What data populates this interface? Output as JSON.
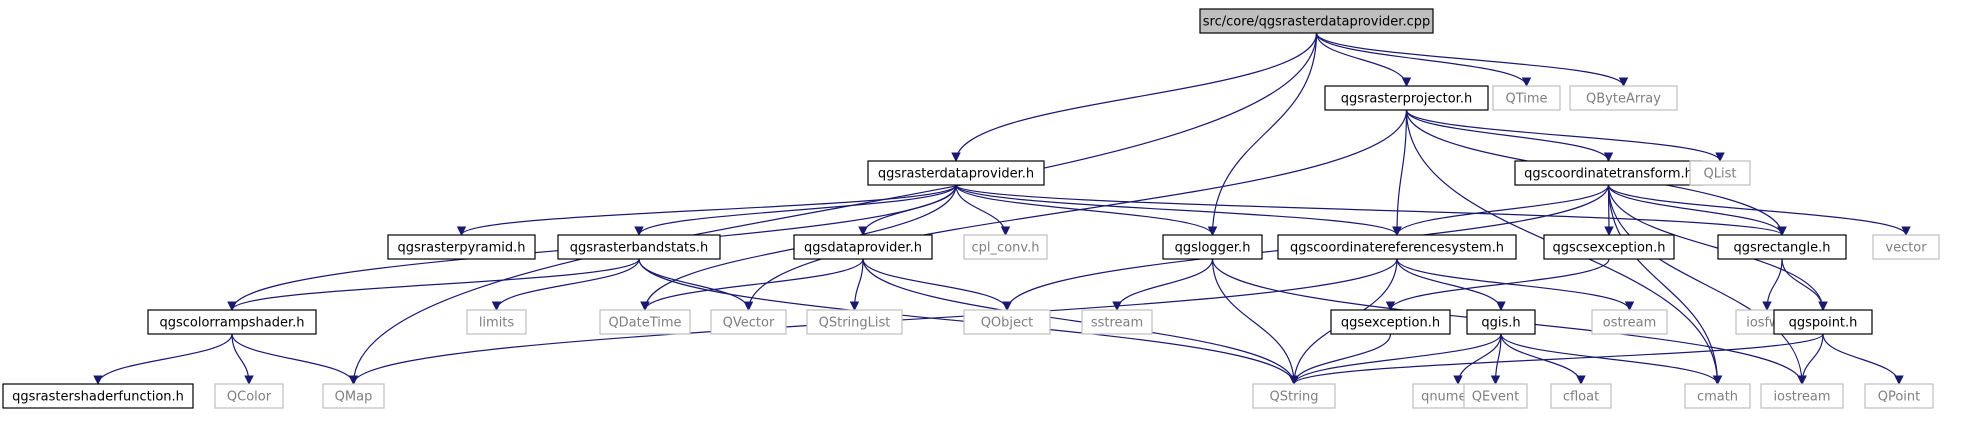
{
  "diagram": {
    "type": "include-dependency-graph",
    "colors": {
      "edge": "#191970",
      "root_fill": "#bfbfbf",
      "node_border": "#000000",
      "external_border": "#bfbfbf",
      "external_text": "#7f7f7f"
    },
    "nodes": [
      {
        "id": "root",
        "label": "src/core/qgsrasterdataprovider.cpp",
        "kind": "root"
      },
      {
        "id": "projector",
        "label": "qgsrasterprojector.h",
        "kind": "file"
      },
      {
        "id": "qtime",
        "label": "QTime",
        "kind": "external"
      },
      {
        "id": "qbytearray",
        "label": "QByteArray",
        "kind": "external"
      },
      {
        "id": "dataprovider_h",
        "label": "qgsrasterdataprovider.h",
        "kind": "file"
      },
      {
        "id": "coordtrans",
        "label": "qgscoordinatetransform.h",
        "kind": "file"
      },
      {
        "id": "qlist",
        "label": "QList",
        "kind": "external"
      },
      {
        "id": "pyramid",
        "label": "qgsrasterpyramid.h",
        "kind": "file"
      },
      {
        "id": "bandstats",
        "label": "qgsrasterbandstats.h",
        "kind": "file"
      },
      {
        "id": "gdataprov",
        "label": "qgsdataprovider.h",
        "kind": "file"
      },
      {
        "id": "cplconv",
        "label": "cpl_conv.h",
        "kind": "external"
      },
      {
        "id": "logger",
        "label": "qgslogger.h",
        "kind": "file"
      },
      {
        "id": "crs",
        "label": "qgscoordinatereferencesystem.h",
        "kind": "file"
      },
      {
        "id": "csexc",
        "label": "qgscsexception.h",
        "kind": "file"
      },
      {
        "id": "rect",
        "label": "qgsrectangle.h",
        "kind": "file"
      },
      {
        "id": "vector",
        "label": "vector",
        "kind": "external"
      },
      {
        "id": "crshader",
        "label": "qgscolorrampshader.h",
        "kind": "file"
      },
      {
        "id": "limits",
        "label": "limits",
        "kind": "external"
      },
      {
        "id": "qdatetime",
        "label": "QDateTime",
        "kind": "external"
      },
      {
        "id": "qvector",
        "label": "QVector",
        "kind": "external"
      },
      {
        "id": "qstringlist",
        "label": "QStringList",
        "kind": "external"
      },
      {
        "id": "qobject",
        "label": "QObject",
        "kind": "external"
      },
      {
        "id": "sstream",
        "label": "sstream",
        "kind": "external"
      },
      {
        "id": "exception",
        "label": "qgsexception.h",
        "kind": "file"
      },
      {
        "id": "qgis",
        "label": "qgis.h",
        "kind": "file"
      },
      {
        "id": "ostream",
        "label": "ostream",
        "kind": "external"
      },
      {
        "id": "iosfwd",
        "label": "iosfwd",
        "kind": "external"
      },
      {
        "id": "point",
        "label": "qgspoint.h",
        "kind": "file"
      },
      {
        "id": "shaderfn",
        "label": "qgsrastershaderfunction.h",
        "kind": "file"
      },
      {
        "id": "qcolor",
        "label": "QColor",
        "kind": "external"
      },
      {
        "id": "qmap",
        "label": "QMap",
        "kind": "external"
      },
      {
        "id": "qstring",
        "label": "QString",
        "kind": "external"
      },
      {
        "id": "qnumeric",
        "label": "qnumeric.h",
        "kind": "external"
      },
      {
        "id": "qevent",
        "label": "QEvent",
        "kind": "external"
      },
      {
        "id": "cfloat",
        "label": "cfloat",
        "kind": "external"
      },
      {
        "id": "cmath",
        "label": "cmath",
        "kind": "external"
      },
      {
        "id": "iostream",
        "label": "iostream",
        "kind": "external"
      },
      {
        "id": "qpoint",
        "label": "QPoint",
        "kind": "external"
      }
    ],
    "edges": [
      [
        "root",
        "qmap"
      ],
      [
        "root",
        "dataprovider_h"
      ],
      [
        "root",
        "logger"
      ],
      [
        "root",
        "projector"
      ],
      [
        "root",
        "qtime"
      ],
      [
        "root",
        "qbytearray"
      ],
      [
        "projector",
        "qvector"
      ],
      [
        "projector",
        "crs"
      ],
      [
        "projector",
        "coordtrans"
      ],
      [
        "projector",
        "rect"
      ],
      [
        "projector",
        "qlist"
      ],
      [
        "projector",
        "cmath"
      ],
      [
        "dataprovider_h",
        "crshader"
      ],
      [
        "dataprovider_h",
        "pyramid"
      ],
      [
        "dataprovider_h",
        "bandstats"
      ],
      [
        "dataprovider_h",
        "qdatetime"
      ],
      [
        "dataprovider_h",
        "gdataprov"
      ],
      [
        "dataprovider_h",
        "cplconv"
      ],
      [
        "dataprovider_h",
        "logger"
      ],
      [
        "dataprovider_h",
        "crs"
      ],
      [
        "dataprovider_h",
        "rect"
      ],
      [
        "coordtrans",
        "qobject"
      ],
      [
        "coordtrans",
        "crs"
      ],
      [
        "coordtrans",
        "csexc"
      ],
      [
        "coordtrans",
        "rect"
      ],
      [
        "coordtrans",
        "vector"
      ],
      [
        "coordtrans",
        "point"
      ],
      [
        "coordtrans",
        "iostream"
      ],
      [
        "coordtrans",
        "cmath"
      ],
      [
        "bandstats",
        "crshader"
      ],
      [
        "bandstats",
        "limits"
      ],
      [
        "bandstats",
        "qvector"
      ],
      [
        "bandstats",
        "qstring"
      ],
      [
        "gdataprov",
        "qdatetime"
      ],
      [
        "gdataprov",
        "qstringlist"
      ],
      [
        "gdataprov",
        "qobject"
      ],
      [
        "gdataprov",
        "qstring"
      ],
      [
        "logger",
        "sstream"
      ],
      [
        "logger",
        "qstring"
      ],
      [
        "logger",
        "iostream"
      ],
      [
        "crs",
        "qmap"
      ],
      [
        "crs",
        "qstring"
      ],
      [
        "crs",
        "qgis"
      ],
      [
        "crs",
        "ostream"
      ],
      [
        "csexc",
        "exception"
      ],
      [
        "exception",
        "qstring"
      ],
      [
        "qgis",
        "qstring"
      ],
      [
        "qgis",
        "qnumeric"
      ],
      [
        "qgis",
        "qevent"
      ],
      [
        "qgis",
        "cfloat"
      ],
      [
        "qgis",
        "cmath"
      ],
      [
        "rect",
        "iosfwd"
      ],
      [
        "rect",
        "point"
      ],
      [
        "point",
        "qstring"
      ],
      [
        "point",
        "iostream"
      ],
      [
        "point",
        "qpoint"
      ],
      [
        "crshader",
        "shaderfn"
      ],
      [
        "crshader",
        "qcolor"
      ],
      [
        "crshader",
        "qmap"
      ]
    ]
  }
}
